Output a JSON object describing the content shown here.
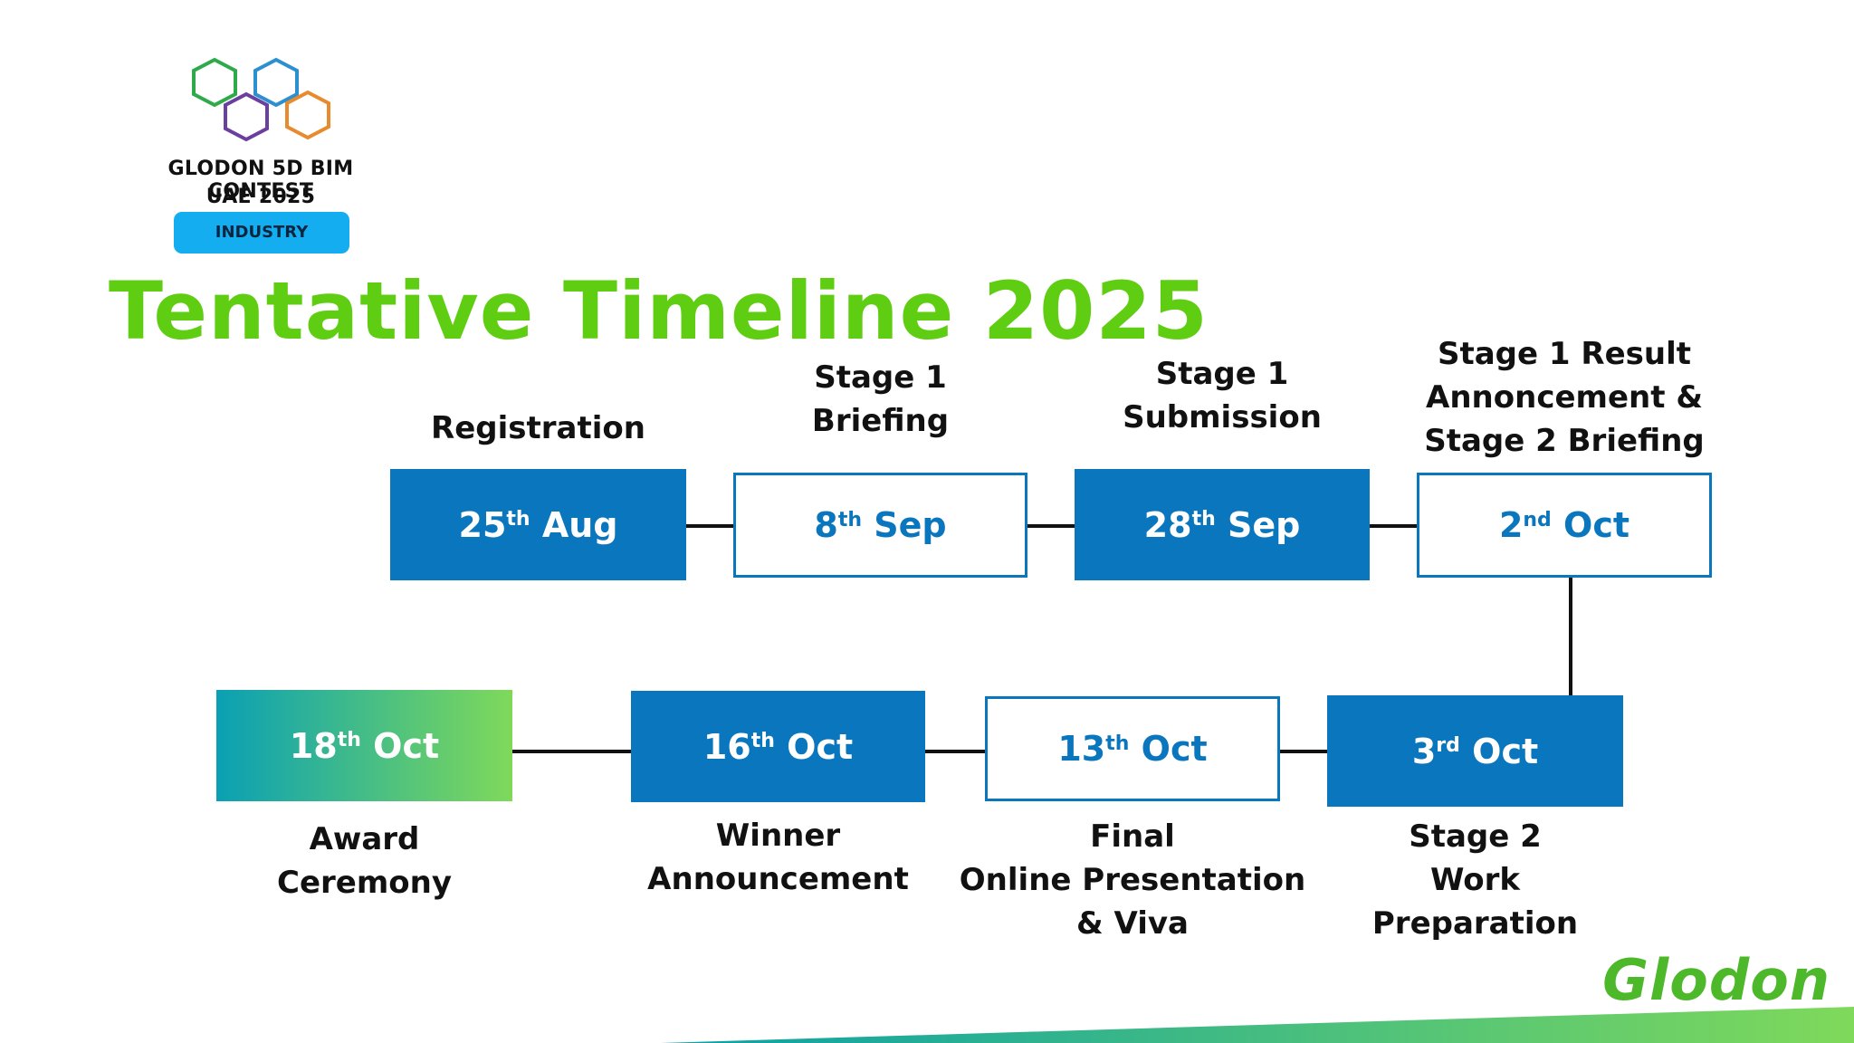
{
  "logo": {
    "line1": "GLODON 5D BIM CONTEST",
    "line2": "UAE 2025",
    "badge": "INDUSTRY",
    "hex_colors": [
      "#2eaa4a",
      "#2b8fd0",
      "#6a3fa0",
      "#e88a2e"
    ]
  },
  "title": "Tentative Timeline 2025",
  "colors": {
    "title": "#5fce12",
    "primary_blue": "#0a76bd",
    "brand_green": "#4cb82a"
  },
  "events": [
    {
      "label": "Registration",
      "day": "25",
      "suffix": "th",
      "month": "Aug",
      "style": "solid"
    },
    {
      "label": "Stage 1\nBriefing",
      "day": "8",
      "suffix": "th",
      "month": "Sep",
      "style": "outline"
    },
    {
      "label": "Stage 1\nSubmission",
      "day": "28",
      "suffix": "th",
      "month": "Sep",
      "style": "solid"
    },
    {
      "label": "Stage 1 Result\nAnnoncement &\nStage 2 Briefing",
      "day": "2",
      "suffix": "nd",
      "month": "Oct",
      "style": "outline"
    },
    {
      "label": "Stage 2\nWork\nPreparation",
      "day": "3",
      "suffix": "rd",
      "month": "Oct",
      "style": "solid"
    },
    {
      "label": "Final\nOnline Presentation\n& Viva",
      "day": "13",
      "suffix": "th",
      "month": "Oct",
      "style": "outline"
    },
    {
      "label": "Winner\nAnnouncement",
      "day": "16",
      "suffix": "th",
      "month": "Oct",
      "style": "solid"
    },
    {
      "label": "Award\nCeremony",
      "day": "18",
      "suffix": "th",
      "month": "Oct",
      "style": "gradient"
    }
  ],
  "brand": "Glodon"
}
